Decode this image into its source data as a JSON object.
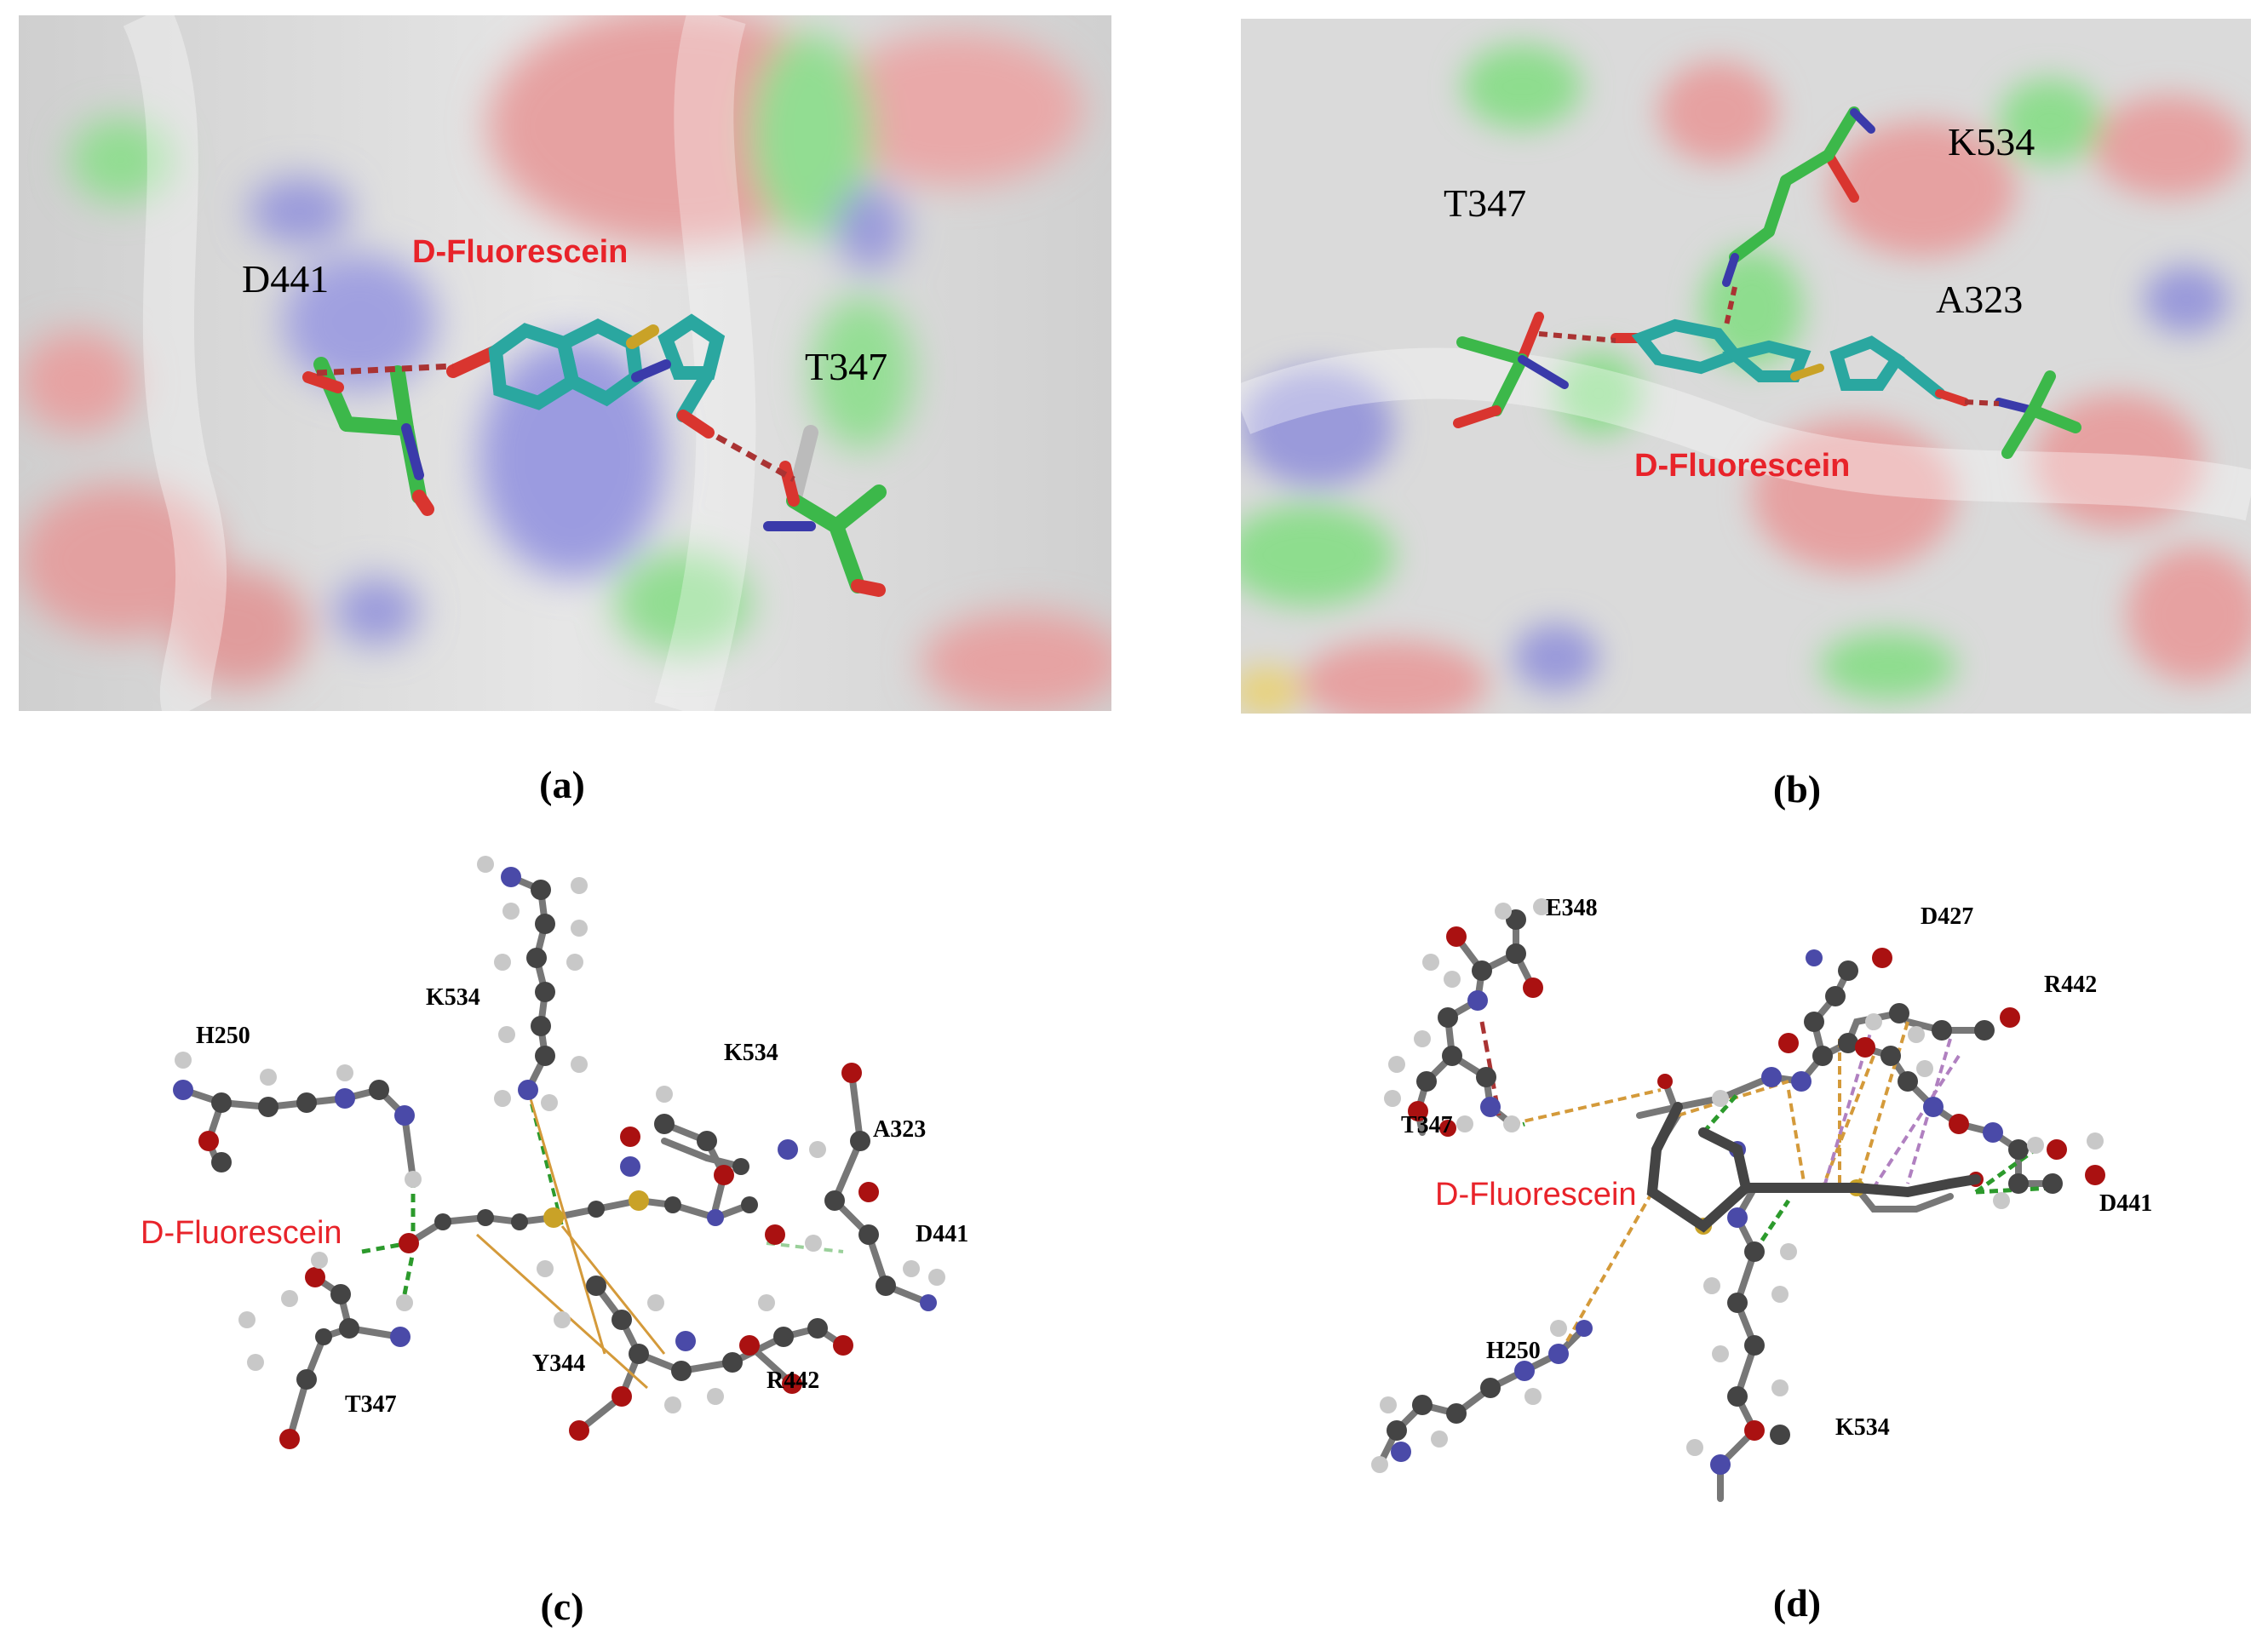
{
  "colors": {
    "ligand_label": "#e8232a",
    "residue_label": "#000000",
    "surface_grey": "#d6d6d6",
    "surface_red": "#e69a9a",
    "surface_green": "#8ee08e",
    "surface_blue": "#9999dd",
    "carbon_ligand": "#2aa7a0",
    "carbon_residue": "#3cb84a",
    "oxygen": "#d9352f",
    "nitrogen": "#3a3aaa",
    "sulfur": "#c9a227",
    "atom_carbon": "#444444",
    "atom_hydrogen": "#c8c8c8",
    "atom_oxygen": "#aa1111",
    "atom_nitrogen": "#4a4aa8",
    "hbond_green": "#2c9a2c",
    "hbond_red": "#aa3333",
    "hydrophobic_orange": "#d49a3a",
    "pi_purple": "#b080c0"
  },
  "panels": {
    "a": {
      "caption": "(a)",
      "ligand": "D-Fluorescein",
      "residues": [
        "D441",
        "T347"
      ]
    },
    "b": {
      "caption": "(b)",
      "ligand": "D-Fluorescein",
      "residues": [
        "T347",
        "K534",
        "A323"
      ]
    },
    "c": {
      "caption": "(c)",
      "ligand": "D-Fluorescein",
      "residues": [
        "H250",
        "K534",
        "K534",
        "A323",
        "D441",
        "T347",
        "Y344",
        "R442"
      ]
    },
    "d": {
      "caption": "(d)",
      "ligand": "D-Fluorescein",
      "residues": [
        "E348",
        "D427",
        "R442",
        "T347",
        "D441",
        "H250",
        "K534"
      ]
    }
  }
}
